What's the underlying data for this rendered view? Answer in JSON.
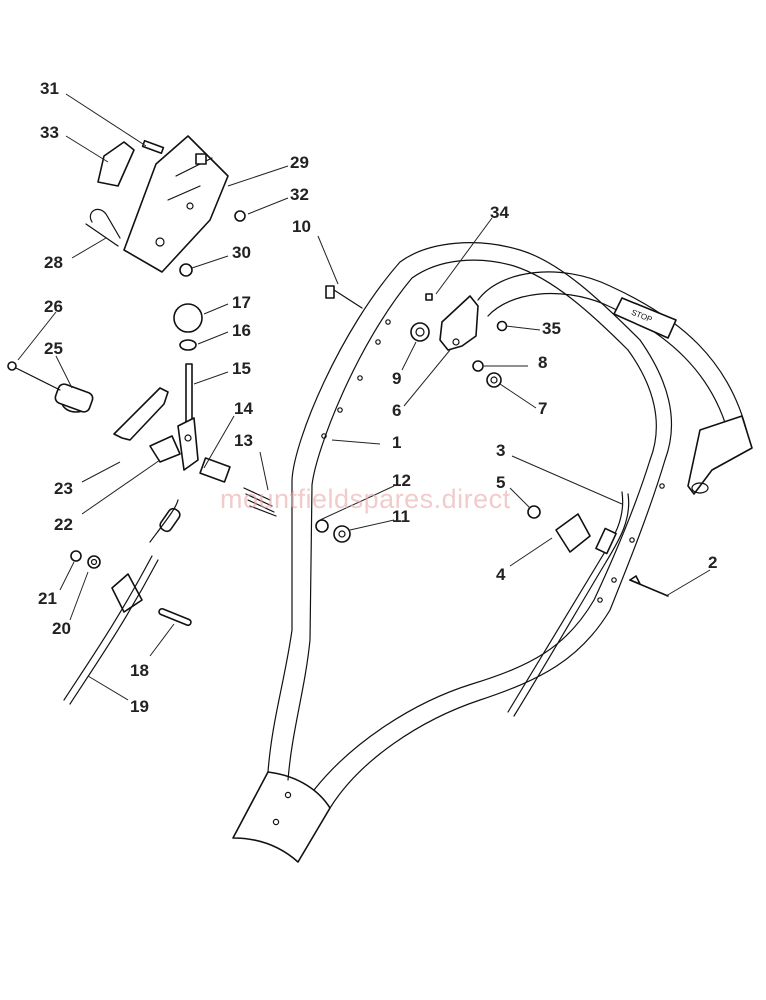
{
  "diagram": {
    "watermark": "mountfieldspares.direct",
    "decal_text": "STOP",
    "callouts": [
      "31",
      "33",
      "29",
      "32",
      "10",
      "34",
      "28",
      "30",
      "26",
      "17",
      "16",
      "35",
      "25",
      "15",
      "9",
      "8",
      "23",
      "14",
      "6",
      "7",
      "13",
      "1",
      "22",
      "3",
      "12",
      "5",
      "11",
      "4",
      "21",
      "20",
      "2",
      "18",
      "19"
    ]
  }
}
